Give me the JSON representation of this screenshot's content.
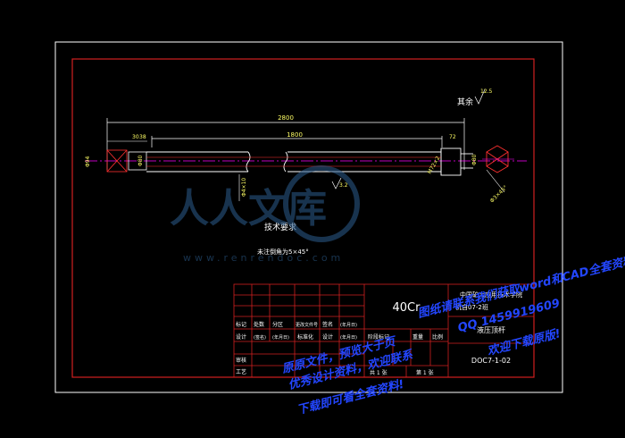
{
  "drawing": {
    "title_block": {
      "material": "40Cr",
      "company": "中国矿大应用技术学院",
      "class": "机自07-2班",
      "part_name": "液压顶杆",
      "drawing_no": "DOC7-1-02",
      "row_header": [
        "标记",
        "处数",
        "分区",
        "更改文件号",
        "签名",
        "(年月日)"
      ],
      "row_design": [
        "设计",
        "(签名)",
        "(年月日)",
        "标准化",
        "设计",
        "(年月日)"
      ],
      "label_review": "审核",
      "label_process": "工艺",
      "label_stage": "阶段标记",
      "label_weight": "重量",
      "label_scale": "比例",
      "label_total": "共 1 张",
      "label_sheet": "第 1 张"
    },
    "dimensions": {
      "overall": "2800",
      "middle": "1800",
      "d30": "30",
      "d38": "38",
      "d72": "72",
      "dia_left": "Φ94",
      "dia_left2": "Φ80",
      "dia_right": "Φ80",
      "thread": "M72×2",
      "chamfer": "Φ3×45°",
      "section": "Φ4×10",
      "roughness": "3.2",
      "rest_roughness": "12.5"
    },
    "notes": {
      "rest_label": "其余",
      "tech_title": "技术要求",
      "tech_text": "未注倒角为5×45°"
    }
  },
  "watermark": {
    "logo_text": "人人文库",
    "logo_url": "www.renrendoc.com",
    "line1": "原原文件，预览大于页",
    "line2": "图纸请联系我们获取word和CAD全套资料",
    "line3": "优秀设计资料，欢迎联系",
    "line4": "QQ 1459919609",
    "line5": "下载即可看全套资料!",
    "line6": "欢迎下载原版!"
  },
  "colors": {
    "frame_white": "#ffffff",
    "border_red": "#d02020",
    "centerline": "#ff00ff",
    "part": "#ffffff",
    "text_yellow": "#ffff66",
    "watermark": "#2346ff",
    "logo": "#2c5d8e"
  }
}
